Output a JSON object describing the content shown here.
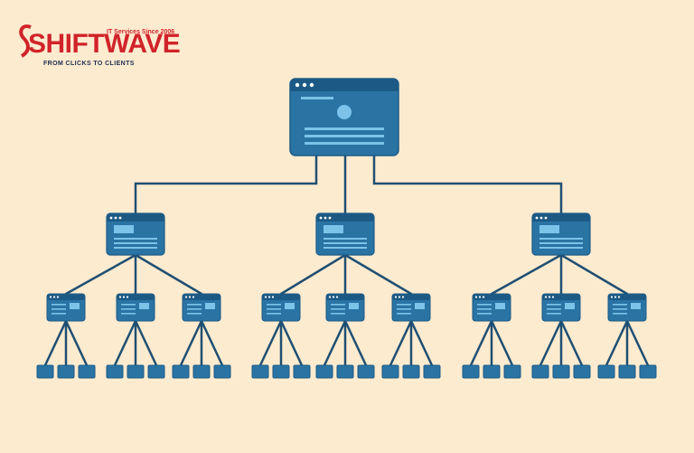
{
  "logo": {
    "wordmark": "SHIFTWAVE",
    "tagline": "IT Services Since 2006",
    "slogan": "FROM CLICKS TO CLIENTS"
  },
  "colors": {
    "background": "#fdebd0",
    "node": "#2a74a4",
    "node_dark": "#1c5a85",
    "line": "#1f4f72",
    "accent": "#7cc3ea",
    "brand_red": "#d1232a",
    "brand_navy": "#1c2d4f"
  },
  "diagram": {
    "type": "site-architecture-tree",
    "levels": 4,
    "children_per_level": [
      3,
      3,
      3
    ]
  }
}
